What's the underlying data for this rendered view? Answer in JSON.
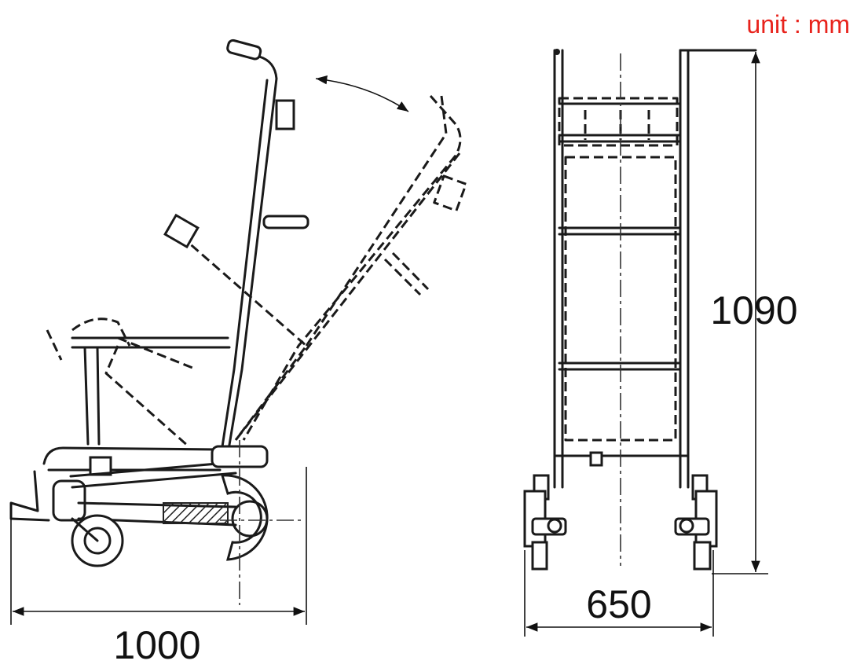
{
  "unit_label": "unit : mm",
  "unit_color": "#e8231c",
  "dimensions": {
    "length": "1000",
    "height": "1090",
    "width": "650"
  }
}
